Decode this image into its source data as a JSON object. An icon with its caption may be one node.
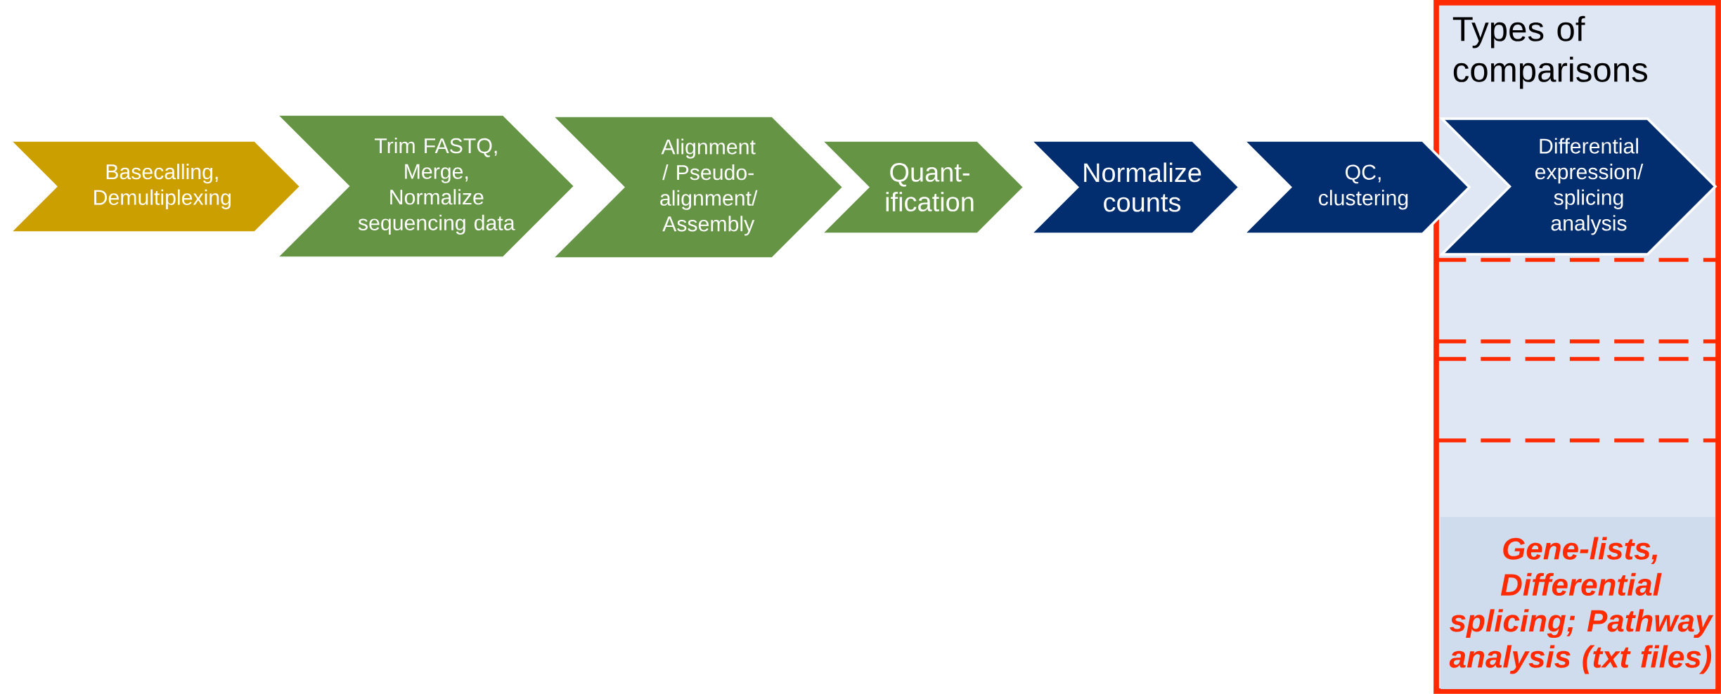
{
  "diagram": {
    "nodes": [
      {
        "text": [
          "Types of comparisons"
        ]
      },
      {
        "text": [
          "Basecalling, Demultiplexing"
        ]
      },
      {
        "text": [
          "Trim FASTQ, Merge, Normalize sequencing data"
        ]
      },
      {
        "text": [
          "Alignment / Pseudo-alignment/ Assembly"
        ]
      },
      {
        "text": [
          "Quant-ification"
        ]
      },
      {
        "text": [
          "Normalize counts"
        ]
      },
      {
        "text": [
          "QC, clustering"
        ]
      },
      {
        "text": [
          "Differential expression/ splicing analysis"
        ],
        "in": 0
      },
      {
        "text": [],
        "shape": "box",
        "in": 0
      },
      {
        "text": [],
        "shape": "box",
        "in": 0
      },
      {
        "text": [
          "Gene-lists, Differential splicing; Pathway analysis (txt files)"
        ],
        "in": 0
      }
    ]
  }
}
